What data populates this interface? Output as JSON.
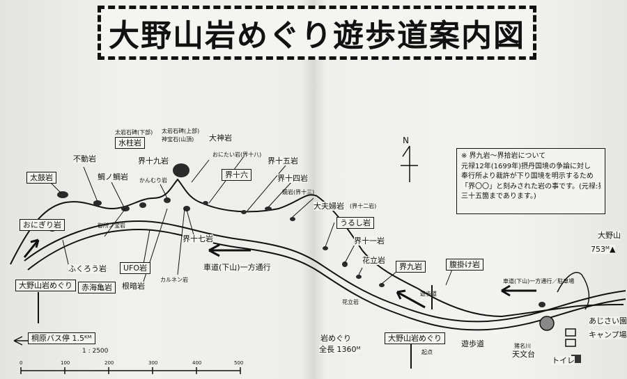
{
  "title": "大野山岩めぐり遊歩道案内図",
  "note": {
    "header": "※ 界九岩～界拾岩について",
    "lines": [
      "元禄12年(1699年)摂丹国境の争論に対し",
      "奉行所より裁許が下り国境を明示するため",
      "「界〇〇」と刻みされた岩の事です。(元禄:界岩は",
      "三十五箇まであります。)"
    ]
  },
  "north": "N",
  "mountain": {
    "name": "大野山",
    "elevation": "753ᴹ▲"
  },
  "labels": {
    "taiko": "太鼓岩",
    "fudou": "不動岩",
    "odaiko": "鯛ノ鯛岩",
    "hyoutan": "太岩石碑(下部)",
    "suichu": "水柱岩",
    "kamiiwa": "太岩石碑(上部)",
    "shinkyo": "神宝石(山頂)",
    "daijin": "大神岩",
    "kai19": "界十九岩",
    "kanmuri": "かんむり岩",
    "onidai": "おにたい岩(界十八)",
    "kai15": "界十五岩",
    "kai16": "界十六",
    "kai14": "界十四岩",
    "kagami": "鏡岩(界十三)",
    "daifuku": "大夫婦岩",
    "kai12": "(界十二岩)",
    "uruwashi": "うるし岩",
    "kai11": "界十一岩",
    "hanadate": "花立岩",
    "kai9": "界九岩",
    "harakake": "腹掛け岩",
    "onigiri": "おにぎり岩",
    "gosho": "御所ノ宝岩",
    "kai17": "界十七岩",
    "fukurou": "ふくろう岩",
    "ufo": "UFO岩",
    "akaumi": "赤海亀岩",
    "nekura": "根暗岩",
    "karuenten": "カルネン岩",
    "iwameguri_left": "大野山岩めぐり",
    "iwameguri_mid": "大野山岩めぐり",
    "road_oneway": "車道(下山)一方通行",
    "road_oneway_right": "車道(下山)一方通行／駐車場",
    "bus": "桐原バス停 1.5ᴷᴹ",
    "zenchou_label": "岩めぐり",
    "zenchou": "全長 1360ᴹ",
    "yuhodo_post": "遊歩道",
    "hanadate_post": "花立岩",
    "start": "起点",
    "path": "遊歩道",
    "tenmondai": "天文台",
    "tenmondai_small": "猪名川",
    "ajisai": "あじさい園",
    "camp": "キャンプ場",
    "toilet": "トイレ"
  },
  "scale": {
    "ratio": "1 : 2500",
    "ticks": [
      "0",
      "100",
      "200",
      "300",
      "400",
      "500"
    ]
  }
}
